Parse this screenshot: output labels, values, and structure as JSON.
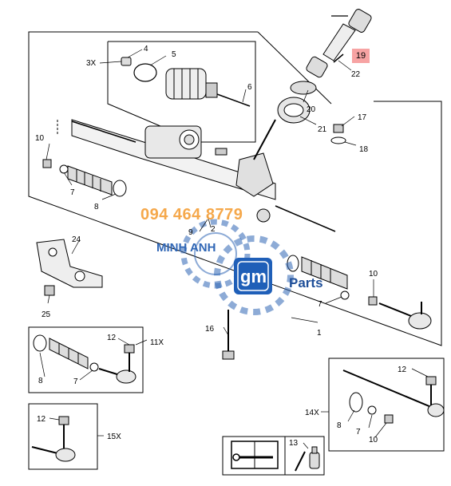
{
  "callouts": {
    "c1": "1",
    "c2": "2",
    "c4": "4",
    "c5": "5",
    "c6": "6",
    "c7a": "7",
    "c7b": "7",
    "c7c": "7",
    "c7d": "7",
    "c8a": "8",
    "c8b": "8",
    "c8c": "8",
    "c9": "9",
    "c10a": "10",
    "c10b": "10",
    "c10c": "10",
    "c12a": "12",
    "c12b": "12",
    "c12c": "12",
    "c13": "13",
    "c16": "16",
    "c17": "17",
    "c18": "18",
    "c19": "19",
    "c20": "20",
    "c21": "21",
    "c22": "22",
    "c24": "24",
    "c25": "25"
  },
  "quantities": {
    "q3": "3X",
    "q11": "11X",
    "q14": "14X",
    "q15": "15X"
  },
  "watermark": {
    "phone": "094 464 8779",
    "brand": "MINH ANH",
    "logo": "gm",
    "parts": "Parts"
  },
  "colors": {
    "highlight": "#f7a3a3",
    "watermark_orange": "#f5a13c",
    "watermark_blue": "#2f66b5",
    "logo_blue": "#1f5fb8"
  },
  "icons": [
    "manual-book-icon",
    "wrench-icon",
    "screwdriver-icon",
    "lubricant-bottle-icon"
  ]
}
